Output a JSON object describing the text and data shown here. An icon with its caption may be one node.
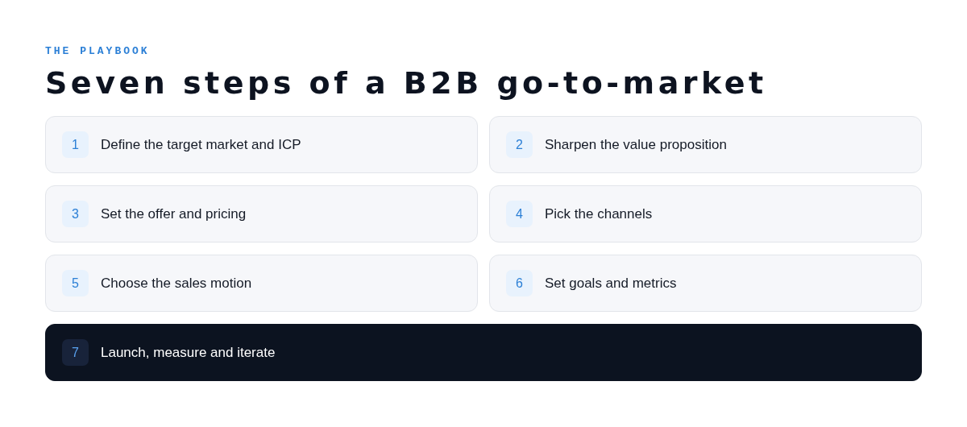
{
  "diagram": {
    "title": "Seven steps of a B2B go-to-market",
    "nodes": [
      {
        "text": [
          "Define the target market and ICP"
        ]
      },
      {
        "text": [
          "1"
        ],
        "in": 0
      },
      {
        "text": [
          "Sharpen the value proposition"
        ]
      },
      {
        "text": [
          "2"
        ],
        "in": 2
      },
      {
        "text": [
          "Set the offer and pricing"
        ]
      },
      {
        "text": [
          "3"
        ],
        "in": 4
      },
      {
        "text": [
          "Pick the channels"
        ]
      },
      {
        "text": [
          "4"
        ],
        "in": 6
      },
      {
        "text": [
          "Choose the sales motion"
        ]
      },
      {
        "text": [
          "5"
        ],
        "in": 8
      },
      {
        "text": [
          "Set goals and metrics"
        ]
      },
      {
        "text": [
          "6"
        ],
        "in": 10
      },
      {
        "text": [
          "Launch, measure and iterate"
        ]
      },
      {
        "text": [
          "7"
        ],
        "in": 12
      }
    ],
    "labels": [
      "THE PLAYBOOK"
    ]
  }
}
